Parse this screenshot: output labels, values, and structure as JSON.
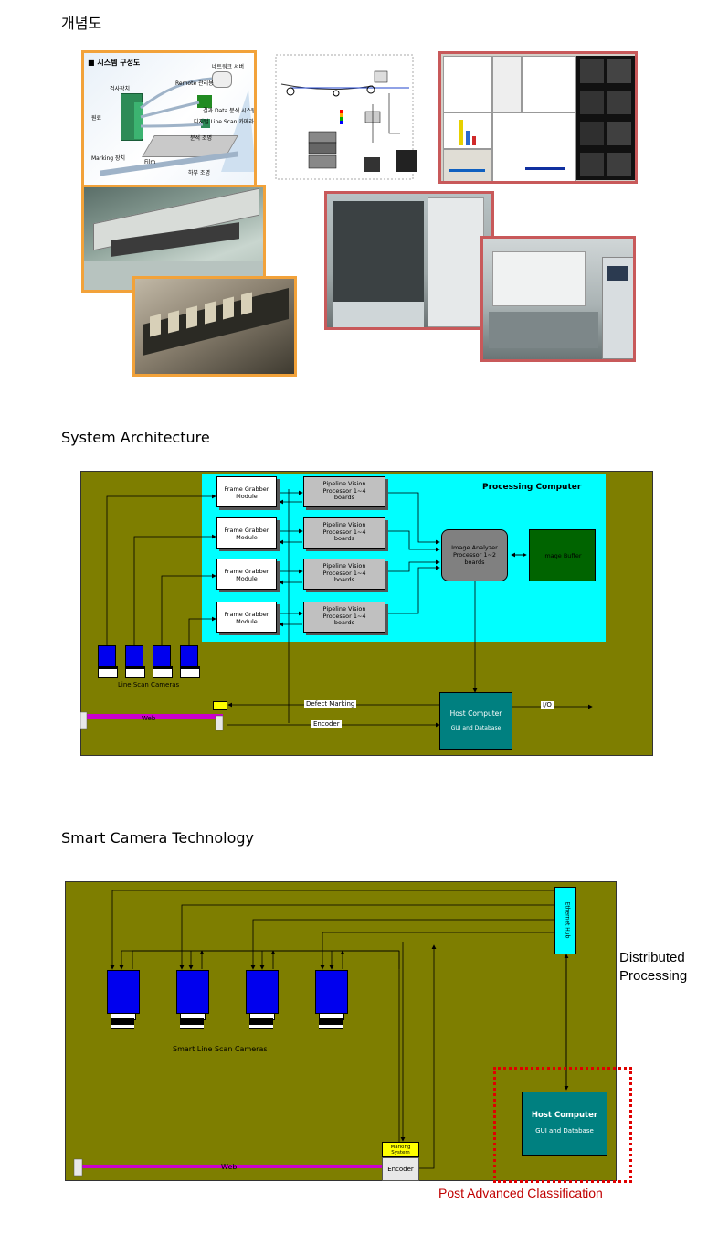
{
  "sections": {
    "concept": {
      "title": "개념도"
    },
    "architecture": {
      "title": "System Architecture"
    },
    "smart": {
      "title": "Smart Camera Technology"
    }
  },
  "concept_diagram": {
    "title": "■ 시스템 구성도",
    "labels": [
      "네트워크 서버",
      "Remote 관리용",
      "검사장치",
      "원료",
      "결과 Data 분석 시스템",
      "디지털 Line Scan 카메라",
      "Marking 장치",
      "분석 조명",
      "Film",
      "하부 조명"
    ]
  },
  "architecture_diagram": {
    "processing_computer": "Processing Computer",
    "frame_grabbers": [
      "Frame Grabber Module",
      "Frame Grabber Module",
      "Frame Grabber Module",
      "Frame Grabber Module"
    ],
    "pipeline_processors": [
      "Pipeline Vision Processor 1~4 boards",
      "Pipeline Vision Processor 1~4 boards",
      "Pipeline Vision Processor 1~4 boards",
      "Pipeline Vision Processor 1~4 boards"
    ],
    "image_analyzer": "Image Analyzer Processor 1~2 boards",
    "image_buffer": "Image Buffer",
    "cameras_label": "Line Scan Cameras",
    "defect_marking": "Defect Marking",
    "encoder": "Encoder",
    "web": "Web",
    "host_computer": "Host Computer",
    "host_sub": "GUI and Database",
    "io": "I/O"
  },
  "smart_diagram": {
    "hub": "Ethernet Hub",
    "cameras_label": "Smart Line Scan Cameras",
    "host_computer": "Host Computer",
    "host_sub": "GUI and Database",
    "marking": "Marking System",
    "encoder": "Encoder",
    "web": "Web",
    "distributed": "Distributed Processing",
    "post": "Post Advanced Classification"
  },
  "colors": {
    "olive": "#7e7e00",
    "cyan": "#00ffff",
    "teal": "#008080",
    "green": "#006400",
    "camera_blue": "#0000ee",
    "web_pink": "#cc00cc",
    "highlight_yellow": "#ffff00",
    "orange_frame": "#f2a23a",
    "red_frame": "#c8595a"
  }
}
